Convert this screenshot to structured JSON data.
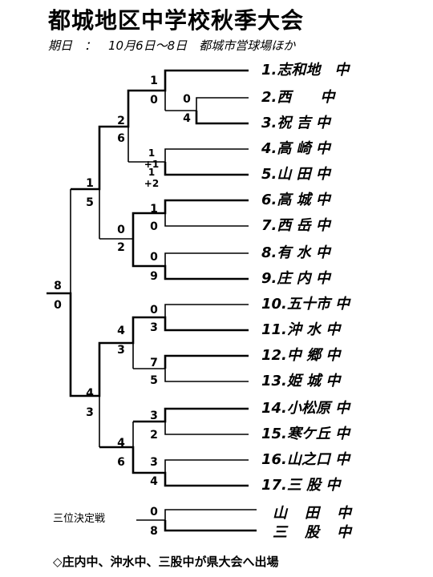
{
  "title": "都城地区中学校秋季大会",
  "subtitle": "期日　：　10月6日～8日　都城市営球場ほか",
  "teams": [
    {
      "num": "1.",
      "name": "志和地　中"
    },
    {
      "num": "2.",
      "name": "西　　中"
    },
    {
      "num": "3.",
      "name": "祝 吉 中"
    },
    {
      "num": "4.",
      "name": "高 崎 中"
    },
    {
      "num": "5.",
      "name": "山 田 中"
    },
    {
      "num": "6.",
      "name": "高 城 中"
    },
    {
      "num": "7.",
      "name": "西 岳 中"
    },
    {
      "num": "8.",
      "name": "有 水 中"
    },
    {
      "num": "9.",
      "name": "庄 内 中"
    },
    {
      "num": "10.",
      "name": "五十市 中"
    },
    {
      "num": "11.",
      "name": "沖 水 中"
    },
    {
      "num": "12.",
      "name": "中 郷 中"
    },
    {
      "num": "13.",
      "name": "姫 城 中"
    },
    {
      "num": "14.",
      "name": "小松原 中"
    },
    {
      "num": "15.",
      "name": "寒ケ丘 中"
    },
    {
      "num": "16.",
      "name": "山之口 中"
    },
    {
      "num": "17.",
      "name": "三 股 中"
    }
  ],
  "scores": {
    "r1_2v3": [
      "0",
      "4"
    ],
    "r2_1v23": [
      "1",
      "0"
    ],
    "r2_4v5": [
      "1 +1",
      "1 +2"
    ],
    "r2_6v7": [
      "1",
      "0"
    ],
    "r2_8v9": [
      "0",
      "9"
    ],
    "r2_10v11": [
      "0",
      "3"
    ],
    "r2_12v13": [
      "7",
      "5"
    ],
    "r2_14v15": [
      "3",
      "2"
    ],
    "r2_16v17": [
      "3",
      "4"
    ],
    "qf_top": [
      "2",
      "6"
    ],
    "qf_upmid": [
      "0",
      "2"
    ],
    "qf_lowmid": [
      "4",
      "3"
    ],
    "qf_bottom": [
      "4",
      "6"
    ],
    "sf_top": [
      "1",
      "5"
    ],
    "sf_bottom": [
      "4",
      "3"
    ],
    "final": [
      "8",
      "0"
    ]
  },
  "third_place": {
    "label": "三位決定戦",
    "teams": [
      "山　田　中",
      "三　股　中"
    ],
    "scores": [
      "0",
      "8"
    ]
  },
  "footer": "◇庄内中、沖水中、三股中が県大会へ出場"
}
